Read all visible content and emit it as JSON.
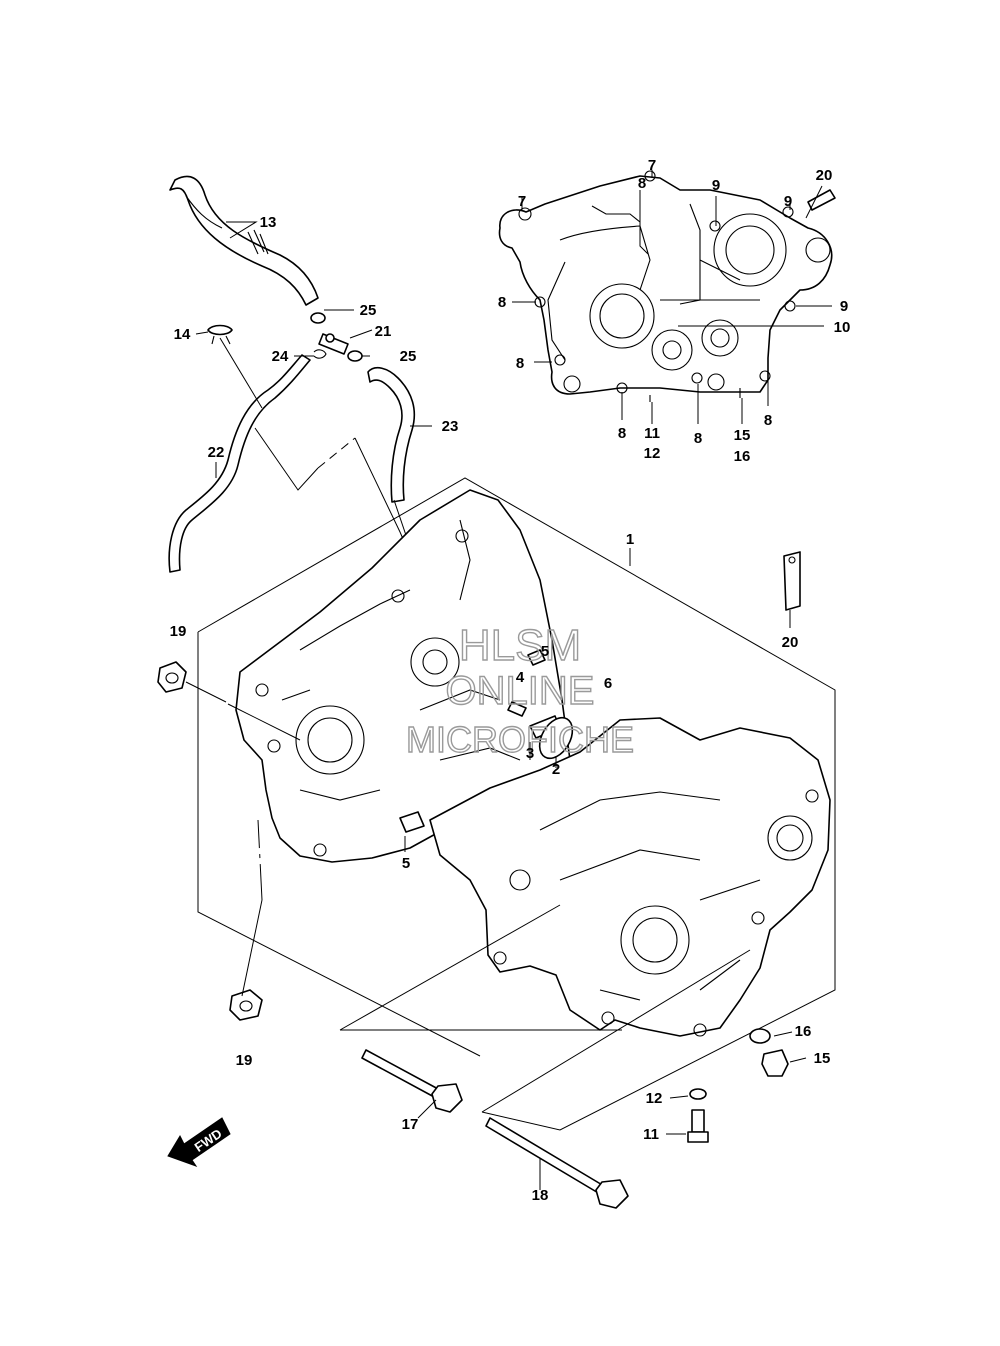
{
  "watermark": {
    "line1": "HLSM",
    "line2": "ONLINE",
    "line3": "MICROFICHE"
  },
  "fwd_label": "FWD",
  "callouts": [
    {
      "id": "c1",
      "text": "1"
    },
    {
      "id": "c2",
      "text": "2"
    },
    {
      "id": "c3",
      "text": "3"
    },
    {
      "id": "c4",
      "text": "4"
    },
    {
      "id": "c5a",
      "text": "5"
    },
    {
      "id": "c5b",
      "text": "5"
    },
    {
      "id": "c6",
      "text": "6"
    },
    {
      "id": "c7a",
      "text": "7"
    },
    {
      "id": "c7b",
      "text": "7"
    },
    {
      "id": "c8a",
      "text": "8"
    },
    {
      "id": "c8b",
      "text": "8"
    },
    {
      "id": "c8c",
      "text": "8"
    },
    {
      "id": "c8d",
      "text": "8"
    },
    {
      "id": "c8e",
      "text": "8"
    },
    {
      "id": "c8f",
      "text": "8"
    },
    {
      "id": "c9a",
      "text": "9"
    },
    {
      "id": "c9b",
      "text": "9"
    },
    {
      "id": "c9c",
      "text": "9"
    },
    {
      "id": "c10",
      "text": "10"
    },
    {
      "id": "c11a",
      "text": "11"
    },
    {
      "id": "c11b",
      "text": "11"
    },
    {
      "id": "c12a",
      "text": "12"
    },
    {
      "id": "c12b",
      "text": "12"
    },
    {
      "id": "c13",
      "text": "13"
    },
    {
      "id": "c14",
      "text": "14"
    },
    {
      "id": "c15a",
      "text": "15"
    },
    {
      "id": "c15b",
      "text": "15"
    },
    {
      "id": "c16a",
      "text": "16"
    },
    {
      "id": "c16b",
      "text": "16"
    },
    {
      "id": "c17",
      "text": "17"
    },
    {
      "id": "c18",
      "text": "18"
    },
    {
      "id": "c19a",
      "text": "19"
    },
    {
      "id": "c19b",
      "text": "19"
    },
    {
      "id": "c20a",
      "text": "20"
    },
    {
      "id": "c20b",
      "text": "20"
    },
    {
      "id": "c21",
      "text": "21"
    },
    {
      "id": "c22",
      "text": "22"
    },
    {
      "id": "c23",
      "text": "23"
    },
    {
      "id": "c24",
      "text": "24"
    },
    {
      "id": "c25a",
      "text": "25"
    },
    {
      "id": "c25b",
      "text": "25"
    }
  ]
}
